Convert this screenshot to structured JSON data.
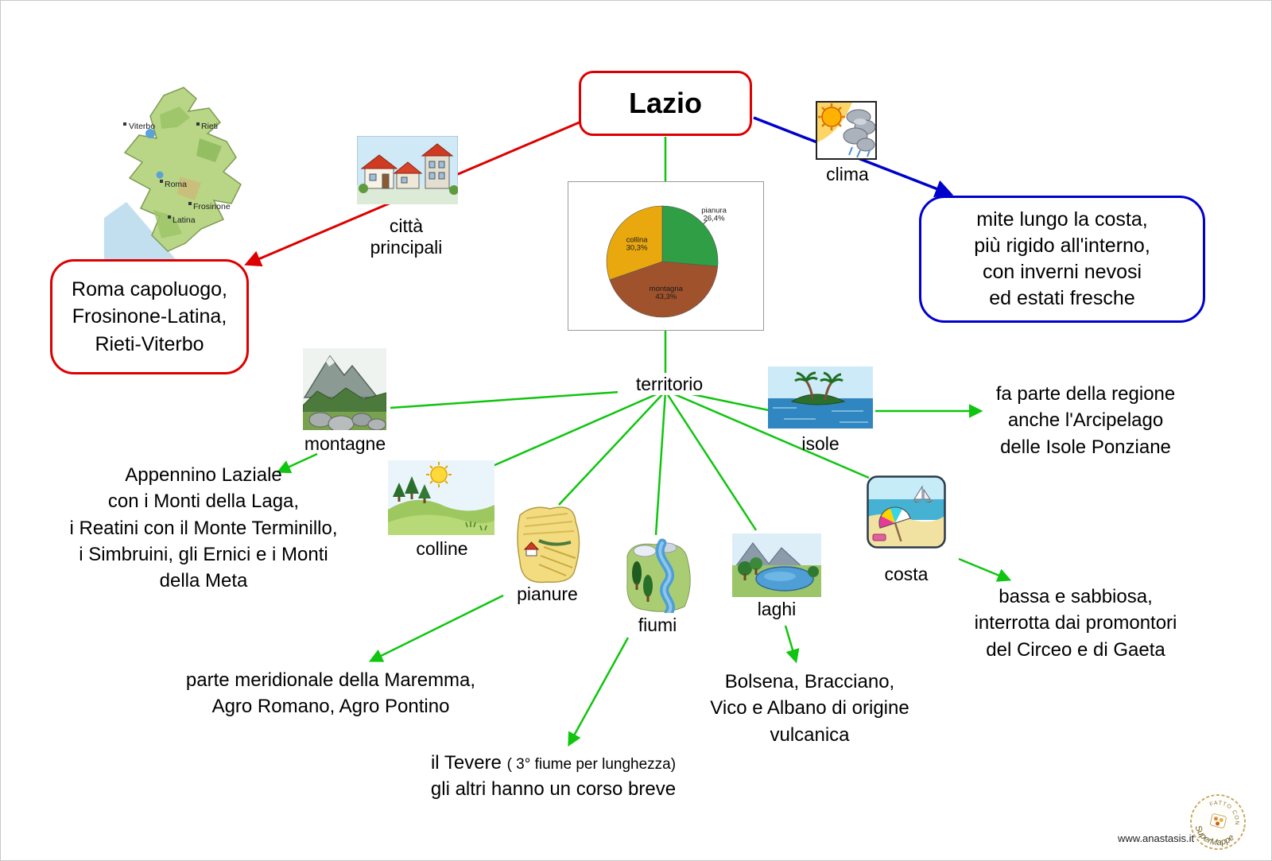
{
  "root": {
    "label": "Lazio"
  },
  "branches": {
    "citta_principali": {
      "label_lines": [
        "città",
        "principali"
      ]
    },
    "clima": {
      "label": "clima"
    },
    "territorio": {
      "label": "territorio"
    },
    "montagne": {
      "label": "montagne"
    },
    "colline": {
      "label": "colline"
    },
    "pianure": {
      "label": "pianure"
    },
    "fiumi": {
      "label": "fiumi"
    },
    "laghi": {
      "label": "laghi"
    },
    "isole": {
      "label": "isole"
    },
    "costa": {
      "label": "costa"
    }
  },
  "callouts": {
    "capoluogo": {
      "lines": [
        "Roma capoluogo,",
        "Frosinone-Latina,",
        "Rieti-Viterbo"
      ]
    },
    "clima": {
      "lines": [
        "mite lungo la costa,",
        "più rigido all'interno,",
        "con inverni nevosi",
        "ed estati fresche"
      ]
    },
    "montagne": {
      "lines": [
        "Appennino Laziale",
        "con i Monti della Laga,",
        "i Reatini con il Monte Terminillo,",
        "i Simbruini, gli Ernici e i Monti",
        "della Meta"
      ]
    },
    "pianure": {
      "lines": [
        "parte meridionale della Maremma,",
        "Agro Romano, Agro Pontino"
      ]
    },
    "fiumi": {
      "line1_main": "il Tevere",
      "line1_note": "( 3° fiume per lunghezza)",
      "line2": "gli altri hanno un corso breve"
    },
    "laghi": {
      "lines": [
        "Bolsena, Bracciano,",
        "Vico e Albano di origine",
        "vulcanica"
      ]
    },
    "isole": {
      "lines": [
        "fa parte della regione",
        "anche l'Arcipelago",
        "delle Isole Ponziane"
      ]
    },
    "costa": {
      "lines": [
        "bassa e sabbiosa,",
        "interrotta dai promontori",
        "del Circeo e di Gaeta"
      ]
    }
  },
  "map_labels": [
    "Viterbo",
    "Rieti",
    "Roma",
    "Frosinone",
    "Latina"
  ],
  "chart_data": {
    "type": "pie",
    "labels": [
      "pianura",
      "montagna",
      "collina"
    ],
    "values": [
      26.4,
      43.3,
      30.3
    ],
    "value_labels": [
      "26,4%",
      "43,3%",
      "30,3%"
    ],
    "colors": [
      "#2f9e44",
      "#a0522d",
      "#e8a80e"
    ],
    "title": "",
    "legend_position": "none"
  },
  "icons": {
    "map": "lazio-region-map",
    "citta_principali": "village-houses-icon",
    "clima": "sun-clouds-icon",
    "montagne": "mountains-icon",
    "colline": "hills-icon",
    "pianure": "fields-icon",
    "fiumi": "river-icon",
    "laghi": "lake-icon",
    "isole": "island-palms-icon",
    "costa": "beach-umbrella-icon",
    "stamp": "supermappe-stamp"
  },
  "colors": {
    "link_red": "#dd0000",
    "link_blue": "#0000cc",
    "link_green": "#0fc50f"
  },
  "footer": {
    "website": "www.anastasis.it",
    "stamp_top": "FATTO CON",
    "stamp_name": "SuperMappe"
  }
}
